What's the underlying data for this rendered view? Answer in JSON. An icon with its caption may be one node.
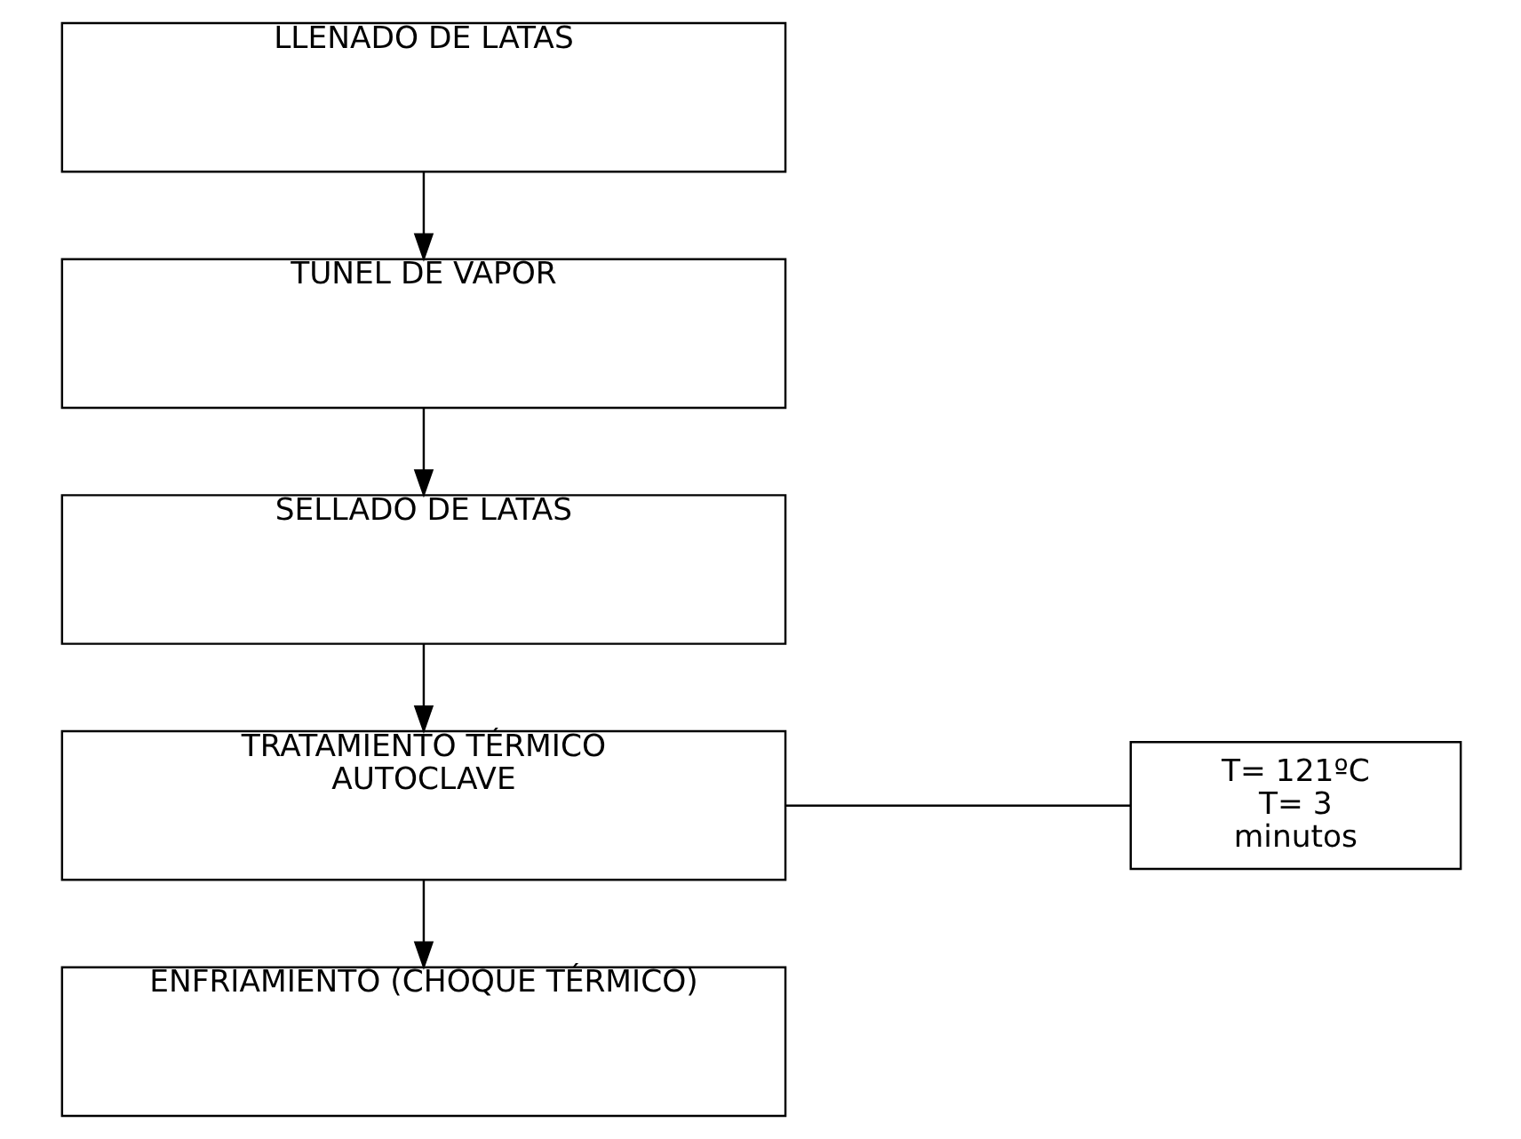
{
  "diagram": {
    "nodes": [
      {
        "text": [
          "LLENADO DE LATAS"
        ]
      },
      {
        "text": [
          "TUNEL DE VAPOR"
        ]
      },
      {
        "text": [
          "SELLADO DE LATAS"
        ]
      },
      {
        "text": [
          "TRATAMIENTO TÉRMICO AUTOCLAVE"
        ]
      },
      {
        "text": [
          "ENFRIAMIENTO (CHOQUE TÉRMICO)"
        ]
      },
      {
        "text": [
          "T= 121ºC T= 3 minutos"
        ]
      }
    ],
    "edges": [
      {
        "from": 0,
        "to": 1,
        "arrow": "to"
      },
      {
        "from": 1,
        "to": 2,
        "arrow": "to"
      },
      {
        "from": 2,
        "to": 3,
        "arrow": "to"
      },
      {
        "from": 3,
        "to": 4,
        "arrow": "to"
      },
      {
        "from": 3,
        "to": 5,
        "arrow": "none"
      }
    ]
  }
}
